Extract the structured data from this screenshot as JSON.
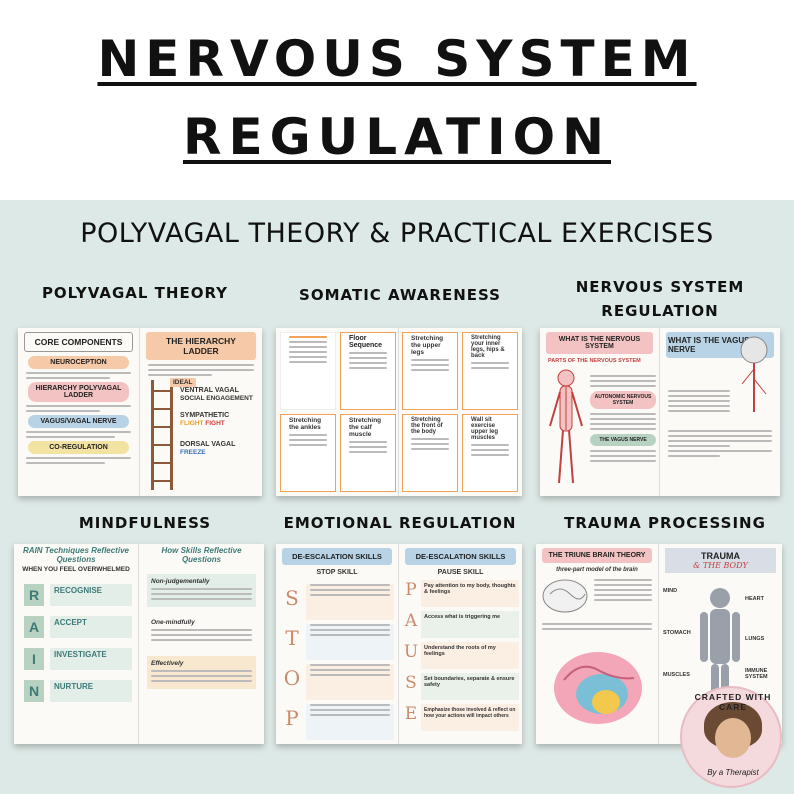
{
  "title_line1": "NERVOUS SYSTEM",
  "title_line2": "REGULATION",
  "subtitle": "POLYVAGAL THEORY & PRACTICAL EXERCISES",
  "sections": {
    "polyvagal": {
      "title": "POLYVAGAL THEORY",
      "left_header": "CORE COMPONENTS",
      "chips": [
        "NEUROCEPTION",
        "HIERARCHY POLYVAGAL LADDER",
        "VAGUS/VAGAL NERVE",
        "CO-REGULATION"
      ],
      "right_header": "THE HIERARCHY LADDER",
      "ideal": "IDEAL",
      "ladder": [
        "VENTRAL VAGAL",
        "SOCIAL ENGAGEMENT",
        "SYMPATHETIC",
        "FLIGHT",
        "FIGHT",
        "DORSAL VAGAL",
        "FREEZE"
      ]
    },
    "somatic": {
      "title": "SOMATIC AWARENESS",
      "cards": [
        "Floor Sequence",
        "Stretching the upper legs",
        "Stretching your inner legs, hips & back",
        "Stretching the ankles",
        "Stretching the calf muscle",
        "Stretching the front of the body",
        "Wall sit exercise upper leg muscles"
      ]
    },
    "nervous": {
      "title_line1": "NERVOUS SYSTEM",
      "title_line2": "REGULATION",
      "left_header": "WHAT IS THE NERVOUS SYSTEM",
      "parts": "PARTS OF THE NERVOUS SYSTEM",
      "autonomic": "AUTONOMIC NERVOUS SYSTEM",
      "vagus_label": "THE VAGUS NERVE",
      "right_header": "WHAT IS THE VAGUS NERVE"
    },
    "mindfulness": {
      "title": "MINDFULNESS",
      "left_header": "RAIN Techniques Reflective Questions",
      "when": "WHEN YOU FEEL OVERWHELMED",
      "letters": [
        "R",
        "A",
        "I",
        "N"
      ],
      "steps": [
        "RECOGNISE",
        "ACCEPT",
        "INVESTIGATE",
        "NURTURE"
      ],
      "right_header": "How Skills Reflective Questions",
      "skills": [
        "Non-judgementally",
        "One-mindfully",
        "Effectively"
      ]
    },
    "emotional": {
      "title": "EMOTIONAL REGULATION",
      "left_header": "DE-ESCALATION SKILLS",
      "left_sub": "STOP SKILL",
      "stop": [
        "S",
        "T",
        "O",
        "P"
      ],
      "right_header": "DE-ESCALATION SKILLS",
      "right_sub": "PAUSE SKILL",
      "pause_letters": [
        "P",
        "A",
        "U",
        "S",
        "E"
      ],
      "pause": [
        "Pay attention to my body, thoughts & feelings",
        "Access what is triggering me",
        "Understand the roots of my feelings",
        "Set boundaries, separate & ensure safety",
        "Emphasize those involved & reflect on how your actions will impact others"
      ]
    },
    "trauma": {
      "title": "TRAUMA PROCESSING",
      "left_header": "THE TRIUNE BRAIN THEORY",
      "left_sub": "three-part model of the brain",
      "right_header": "TRAUMA",
      "right_sub": "& THE BODY",
      "labels": [
        "MIND",
        "HEART",
        "LUNGS",
        "STOMACH",
        "IMMUNE SYSTEM",
        "MUSCLES"
      ]
    }
  },
  "badge": {
    "top": "CRAFTED WITH CARE",
    "bottom": "By a Therapist"
  },
  "colors": {
    "panel": "#dde9e6",
    "peach": "#f6c9a8",
    "pink": "#f3c3c3",
    "sage": "#b8d2c2",
    "blue": "#b9d3e6",
    "yellow": "#f3e3a2"
  }
}
